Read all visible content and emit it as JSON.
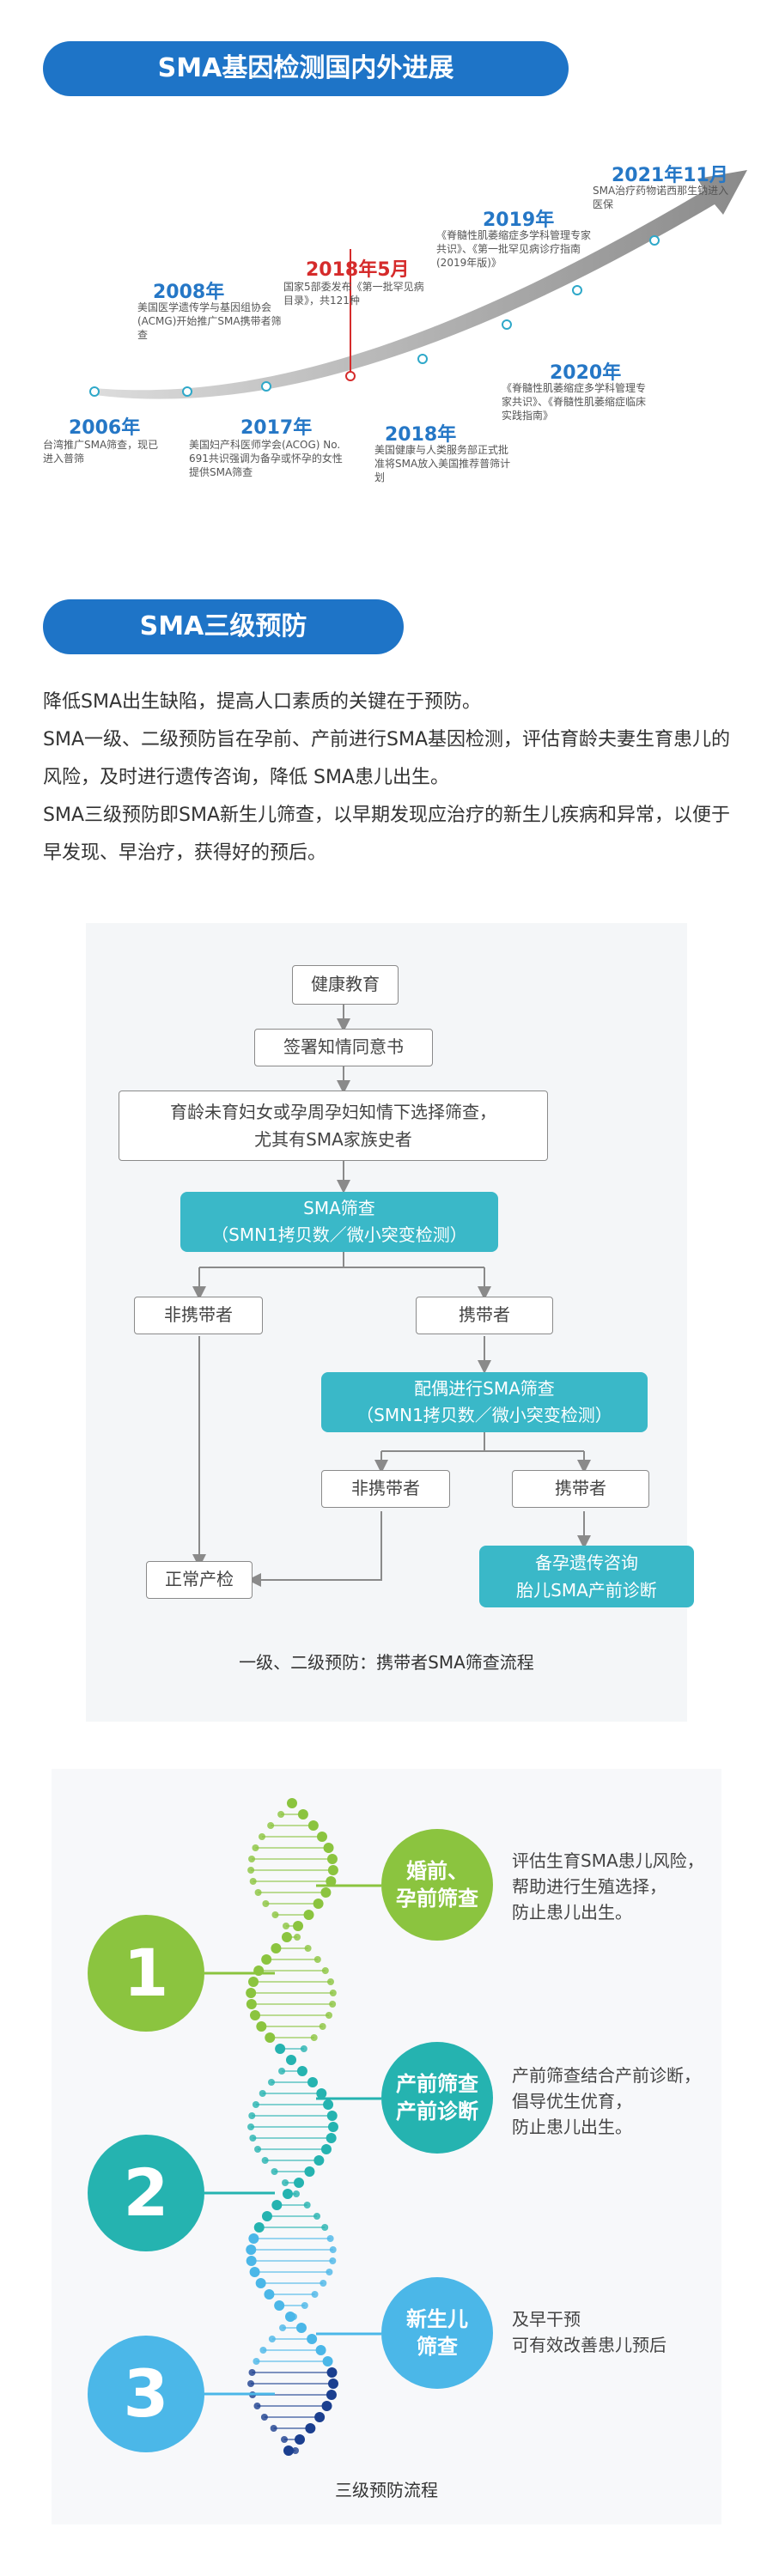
{
  "section1": {
    "title": "SMA基因检测国内外进展",
    "timeline": [
      {
        "year": "2006年",
        "text": "台湾推广SMA筛查，现已进入普筛"
      },
      {
        "year": "2008年",
        "text": "美国医学遗传学与基因组协会(ACMG)开始推广SMA携带者筛查"
      },
      {
        "year": "2017年",
        "text": "美国妇产科医师学会(ACOG) No. 691共识强调为备孕或怀孕的女性提供SMA筛查"
      },
      {
        "year": "2018年5月",
        "text": "国家5部委发布《第一批罕见病目录》，共121种"
      },
      {
        "year": "2018年",
        "text": "美国健康与人类服务部正式批准将SMA放入美国推荐普筛计划"
      },
      {
        "year": "2019年",
        "text": "《脊髓性肌萎缩症多学科管理专家共识》、《第一批罕见病诊疗指南(2019年版)》"
      },
      {
        "year": "2020年",
        "text": "《脊髓性肌萎缩症多学科管理专家共识》、《脊髓性肌萎缩症临床实践指南》"
      },
      {
        "year": "2021年11月",
        "text": "SMA治疗药物诺西那生钠进入医保"
      }
    ]
  },
  "section2": {
    "title": "SMA三级预防",
    "paragraphs": [
      "降低SMA出生缺陷，提高人口素质的关键在于预防。",
      "SMA一级、二级预防旨在孕前、产前进行SMA基因检测，评估育龄夫妻生育患儿的风险，及时进行遗传咨询，降低 SMA患儿出生。",
      "SMA三级预防即SMA新生儿筛查，以早期发现应治疗的新生儿疾病和异常，以便于早发现、早治疗，获得好的预后。"
    ]
  },
  "flow": {
    "step1": "健康教育",
    "step2": "签署知情同意书",
    "step3_line1": "育龄未育妇女或孕周孕妇知情下选择筛查，",
    "step3_line2": "尤其有SMA家族史者",
    "screen_line1": "SMA筛查",
    "screen_line2": "（SMN1拷贝数／微小突变检测）",
    "noncarrier1": "非携带者",
    "carrier1": "携带者",
    "partner_line1": "配偶进行SMA筛查",
    "partner_line2": "（SMN1拷贝数／微小突变检测）",
    "noncarrier2": "非携带者",
    "carrier2": "携带者",
    "normal": "正常产检",
    "counsel_line1": "备孕遗传咨询",
    "counsel_line2": "胎儿SMA产前诊断",
    "caption": "一级、二级预防：携带者SMA筛查流程"
  },
  "levels": {
    "items": [
      {
        "num": "1",
        "label_line1": "婚前、",
        "label_line2": "孕前筛查",
        "desc": "评估生育SMA患儿风险，\n帮助进行生殖选择，\n防止患儿出生。",
        "color": "#8bc43f"
      },
      {
        "num": "2",
        "label_line1": "产前筛查",
        "label_line2": "产前诊断",
        "desc": "产前筛查结合产前诊断，\n倡导优生优育，\n防止患儿出生。",
        "color": "#25b3b0"
      },
      {
        "num": "3",
        "label_line1": "新生儿",
        "label_line2": "筛查",
        "desc": "及早干预\n可有效改善患儿预后",
        "color": "#4bb7e8"
      }
    ],
    "caption": "三级预防流程"
  }
}
